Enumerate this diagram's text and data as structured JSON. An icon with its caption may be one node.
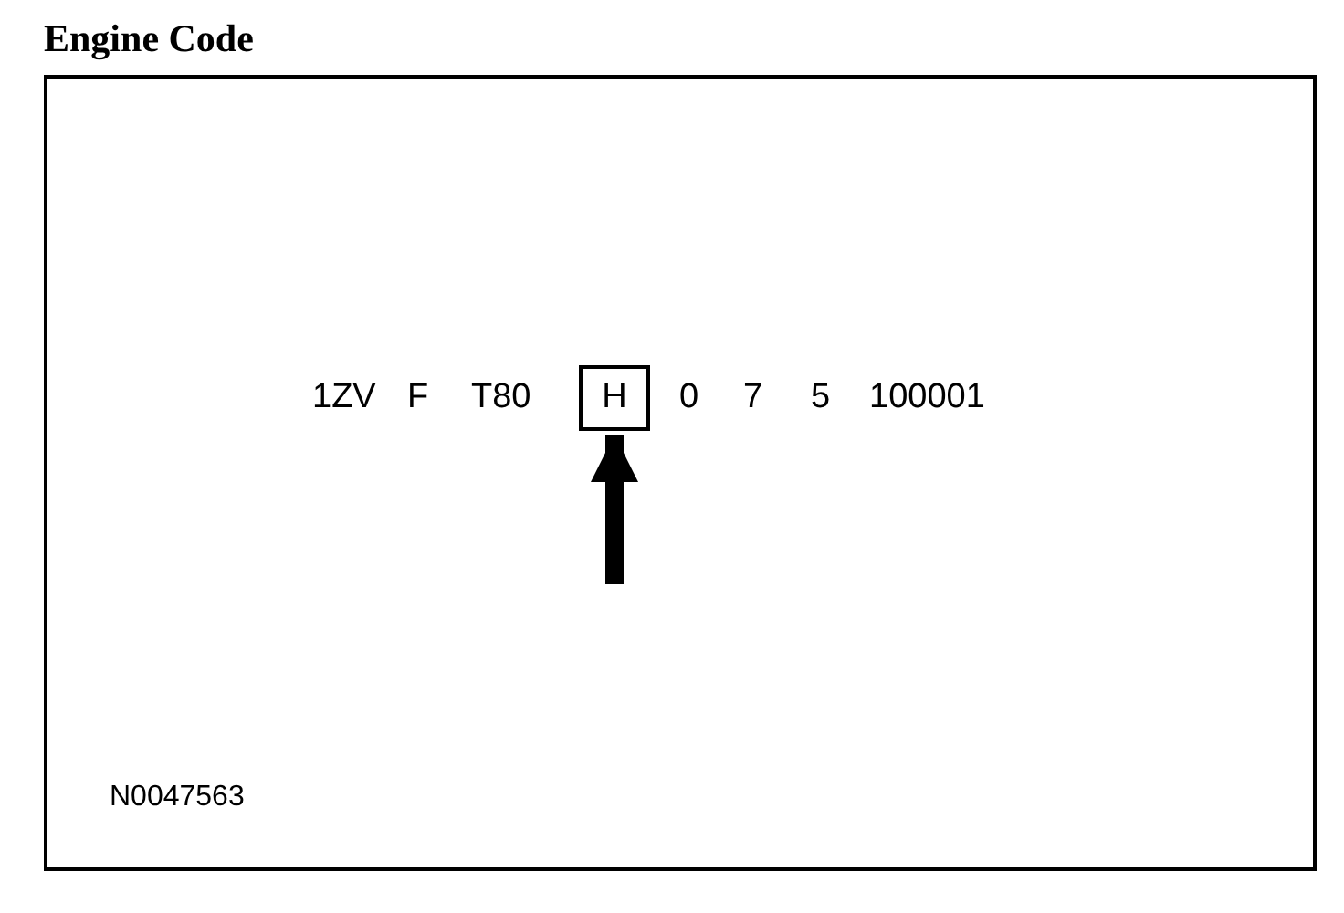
{
  "diagram": {
    "title": "Engine Code",
    "nodes": [
      {
        "text": [],
        "shape": "box"
      },
      {
        "text": [
          "H"
        ],
        "in": 0
      }
    ],
    "edges": [
      {
        "from": null,
        "to": 1,
        "arrow": "to"
      }
    ],
    "labels": [
      "1ZV",
      "F",
      "T80",
      "0",
      "7",
      "5",
      "100001",
      "N0047563"
    ]
  }
}
